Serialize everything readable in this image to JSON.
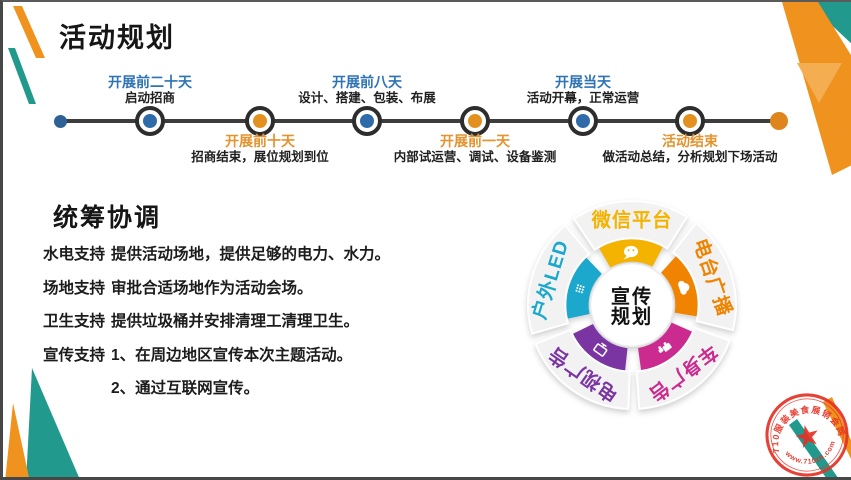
{
  "title": "活动规划",
  "timeline": {
    "milestones": [
      {
        "name": "开展前二十天",
        "desc": "启动招商",
        "color": "blue",
        "position": "above"
      },
      {
        "name": "开展前十天",
        "desc": "招商结束，展位规划到位",
        "color": "orange",
        "position": "below"
      },
      {
        "name": "开展前八天",
        "desc": "设计、搭建、包装、布展",
        "color": "blue",
        "position": "above"
      },
      {
        "name": "开展前一天",
        "desc": "内部试运营、调试、设备鉴测",
        "color": "orange",
        "position": "below"
      },
      {
        "name": "开展当天",
        "desc": "活动开幕，正常运营",
        "color": "blue",
        "position": "above"
      },
      {
        "name": "活动结束",
        "desc": "做活动总结，分析规划下场活动",
        "color": "orange",
        "position": "below"
      }
    ],
    "colors": {
      "blue": "#2e74b5",
      "orange": "#e4932e",
      "line": "#3d3d3d"
    }
  },
  "coordination": {
    "heading": "统筹协调",
    "items": [
      {
        "label": "水电支持",
        "text": "提供活动场地，提供足够的电力、水力。"
      },
      {
        "label": "场地支持",
        "text": "审批合适场地作为活动会场。"
      },
      {
        "label": "卫生支持",
        "text": "提供垃圾桶并安排清理工清理卫生。"
      },
      {
        "label": "宣传支持",
        "text": "1、在周边地区宣传本次主题活动。"
      },
      {
        "label": "",
        "text": "2、通过互联网宣传。"
      }
    ]
  },
  "wheel": {
    "center_line1": "宣传",
    "center_line2": "规划",
    "segments": [
      {
        "label": "微信平台",
        "color": "#f3b300",
        "icon": "wechat-icon"
      },
      {
        "label": "电台广播",
        "color": "#f08300",
        "icon": "broadcast-cloud-icon"
      },
      {
        "label": "车身广告",
        "color": "#cb2a8e",
        "icon": "truck-icon"
      },
      {
        "label": "电视广告",
        "color": "#7a35a3",
        "icon": "monitor-icon"
      },
      {
        "label": "户外LED",
        "color": "#1ba8cc",
        "icon": "led-matrix-icon"
      }
    ]
  },
  "stamp": {
    "top_text": "710服装美食展销会网",
    "bottom_text": "www.710zh.com",
    "star": "★",
    "color": "#e53126"
  },
  "decor_colors": {
    "teal": "#21998d",
    "orange": "#f0921e"
  }
}
